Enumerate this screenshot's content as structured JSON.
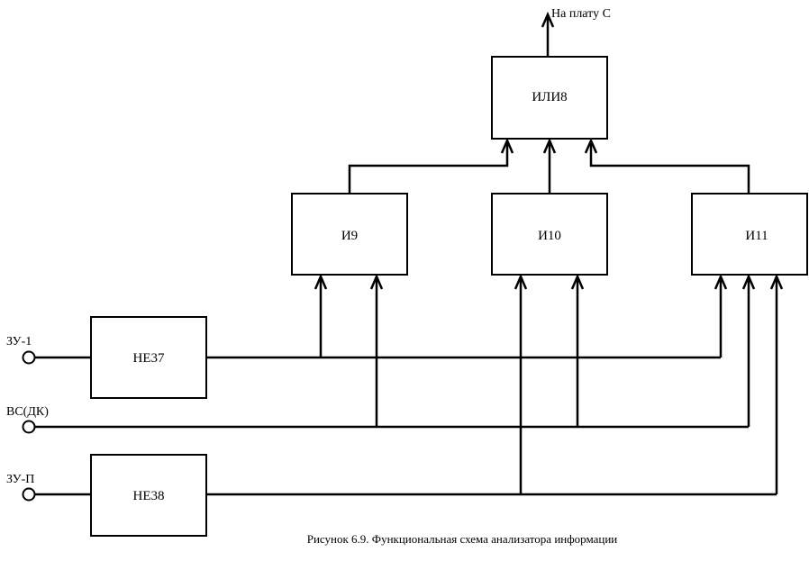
{
  "output_label": "На плату С",
  "blocks": {
    "or8": "ИЛИ8",
    "and9": "И9",
    "and10": "И10",
    "and11": "И11",
    "not37": "НЕ37",
    "not38": "НЕ38"
  },
  "inputs": {
    "zu1": "ЗУ-1",
    "vsdk": "ВС(ДК)",
    "zup": "ЗУ-П"
  },
  "caption": "Рисунок 6.9. Функциональная схема анализатора информации"
}
